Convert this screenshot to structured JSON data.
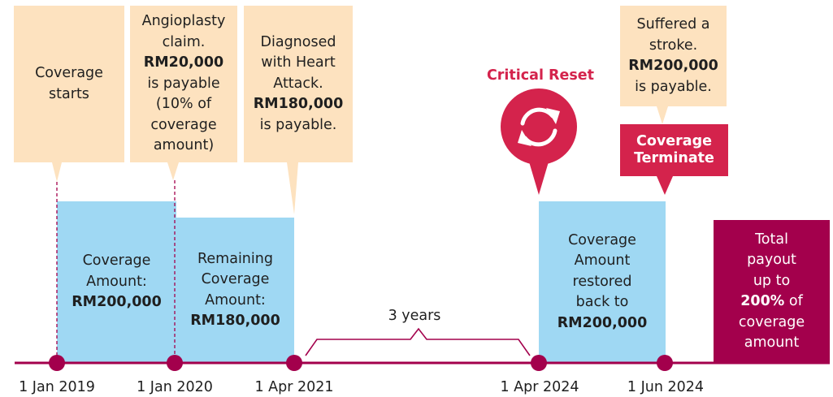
{
  "callouts": {
    "coverage_starts": [
      "Coverage",
      "starts"
    ],
    "angioplasty": [
      "Angioplasty",
      "claim.",
      "**RM20,000**",
      "is payable",
      "(10% of",
      "coverage",
      "amount)"
    ],
    "heart_attack": [
      "Diagnosed",
      "with Heart",
      "Attack.",
      "**RM180,000**",
      "is payable."
    ],
    "stroke": [
      "Suffered a",
      "stroke.",
      "**RM200,000**",
      "is payable."
    ]
  },
  "coverage_blocks": {
    "initial": [
      "Coverage",
      "Amount:",
      "**RM200,000**"
    ],
    "remaining": [
      "Remaining",
      "Coverage",
      "Amount:",
      "**RM180,000**"
    ],
    "restored": [
      "Coverage",
      "Amount",
      "restored",
      "back to",
      "**RM200,000**"
    ]
  },
  "critical_reset": {
    "title": "Critical Reset",
    "icon": "refresh-arrows-icon"
  },
  "terminate": [
    "Coverage",
    "Terminate"
  ],
  "total_payout": [
    "Total",
    "payout",
    "up to",
    "**200%** of",
    "coverage",
    "amount"
  ],
  "gap_label": "3 years",
  "dates": {
    "d1": "1 Jan 2019",
    "d2": "1 Jan 2020",
    "d3": "1 Apr 2021",
    "d4": "1 Apr 2024",
    "d5": "1 Jun 2024"
  },
  "colors": {
    "timeline": "#a3004c",
    "callout_bg": "#fde2bf",
    "coverage_bg": "#9fd8f3",
    "reset_red": "#d4234c",
    "total_bg": "#a3004c"
  }
}
